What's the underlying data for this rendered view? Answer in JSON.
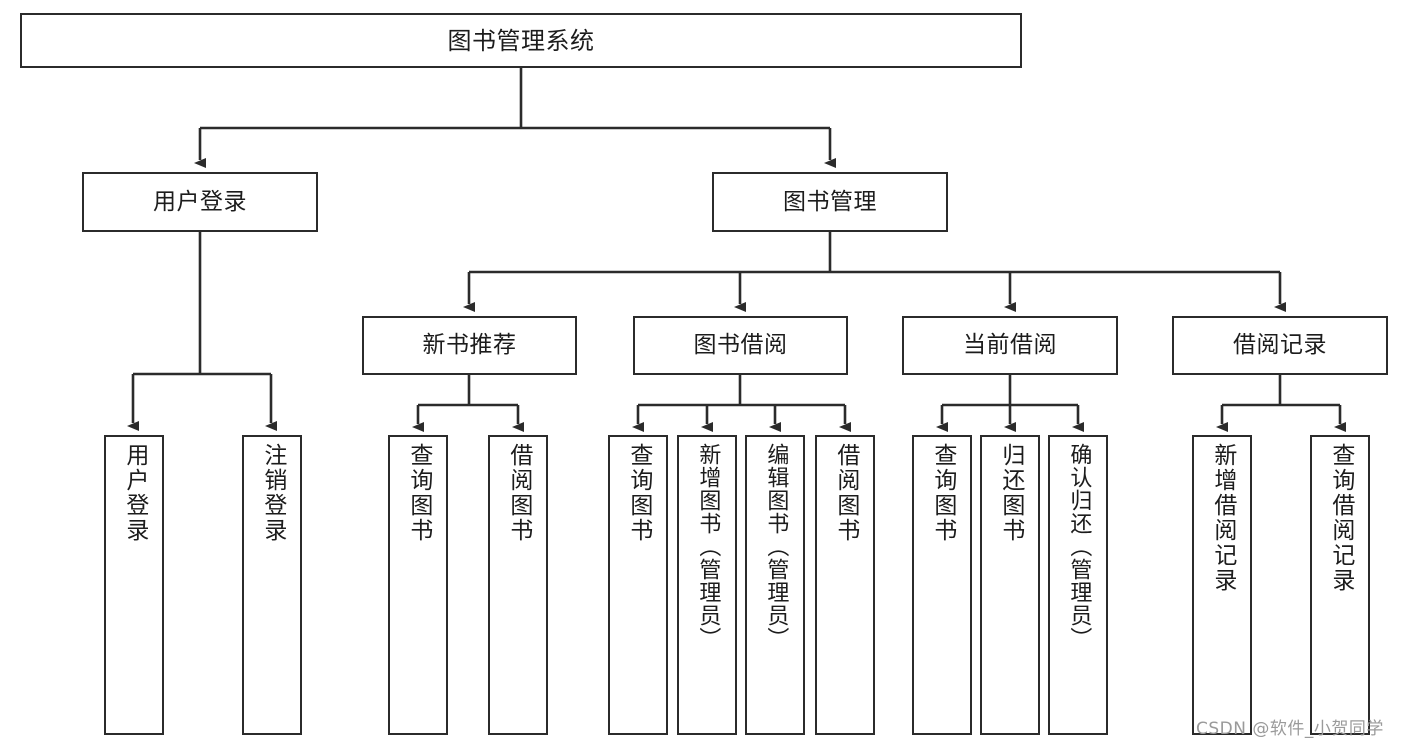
{
  "diagram": {
    "type": "tree-hierarchy-chart",
    "title": "图书管理系统",
    "watermark": "CSDN @软件_小贺同学",
    "colors": {
      "box_border": "#2b2b2b",
      "box_fill": "#ffffff",
      "edge": "#2b2b2b",
      "text": "#1c1c1c",
      "watermark_text": "#9a9a9a",
      "background": "#ffffff"
    },
    "nodes": {
      "root": {
        "label": "图书管理系统"
      },
      "level1": [
        {
          "id": "user-login",
          "label": "用户登录"
        },
        {
          "id": "book-management",
          "label": "图书管理"
        }
      ],
      "level2": [
        {
          "id": "new-book-recommend",
          "label": "新书推荐"
        },
        {
          "id": "book-borrow",
          "label": "图书借阅"
        },
        {
          "id": "current-borrow",
          "label": "当前借阅"
        },
        {
          "id": "borrow-record",
          "label": "借阅记录"
        }
      ],
      "leaves": {
        "user_login": [
          {
            "id": "leaf-user-login",
            "label": "用户登录"
          },
          {
            "id": "leaf-logout-login",
            "label": "注销登录"
          }
        ],
        "new_book_recommend": [
          {
            "id": "leaf-query-book-1",
            "label": "查询图书"
          },
          {
            "id": "leaf-borrow-book-1",
            "label": "借阅图书"
          }
        ],
        "book_borrow": [
          {
            "id": "leaf-query-book-2",
            "label": "查询图书"
          },
          {
            "id": "leaf-add-book-admin",
            "label": "新增图书（管理员）"
          },
          {
            "id": "leaf-edit-book-admin",
            "label": "编辑图书（管理员）"
          },
          {
            "id": "leaf-borrow-book-2",
            "label": "借阅图书"
          }
        ],
        "current_borrow": [
          {
            "id": "leaf-query-book-3",
            "label": "查询图书"
          },
          {
            "id": "leaf-return-book",
            "label": "归还图书"
          },
          {
            "id": "leaf-confirm-return-admin",
            "label": "确认归还（管理员）"
          }
        ],
        "borrow_record": [
          {
            "id": "leaf-add-borrow-record",
            "label": "新增借阅记录"
          },
          {
            "id": "leaf-query-borrow-record",
            "label": "查询借阅记录"
          }
        ]
      }
    }
  }
}
